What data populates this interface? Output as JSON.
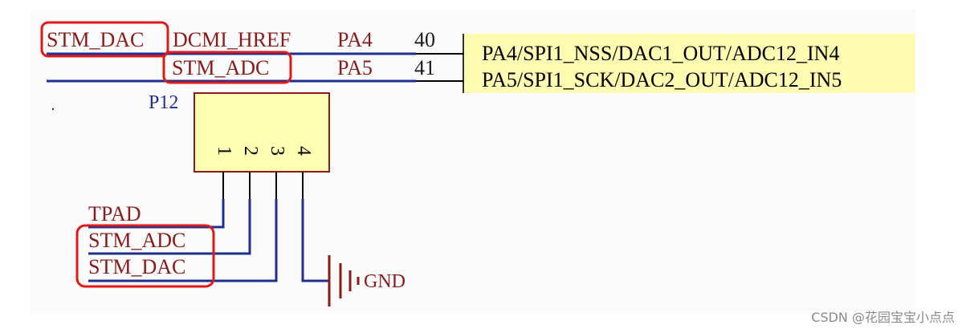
{
  "colors": {
    "wire": "#1f2f8f",
    "net_label": "#8b1a1a",
    "highlight": "#e01818",
    "component_fill": "#ffffb4",
    "mcu_fill": "#fffbb0"
  },
  "nets": {
    "top_dac": "STM_DAC",
    "dcmi": "DCMI_HREF",
    "top_adc": "STM_ADC",
    "pa4": "PA4",
    "pa5": "PA5",
    "tpad": "TPAD",
    "bottom_adc": "STM_ADC",
    "bottom_dac": "STM_DAC",
    "gnd": "GND"
  },
  "pin_numbers": {
    "p40": "40",
    "p41": "41"
  },
  "mcu_pins": {
    "pin40": "PA4/SPI1_NSS/DAC1_OUT/ADC12_IN4",
    "pin41": "PA5/SPI1_SCK/DAC2_OUT/ADC12_IN5"
  },
  "connector": {
    "ref": "P12",
    "pins": [
      "1",
      "2",
      "3",
      "4"
    ]
  },
  "watermark": "CSDN @花园宝宝小点点"
}
